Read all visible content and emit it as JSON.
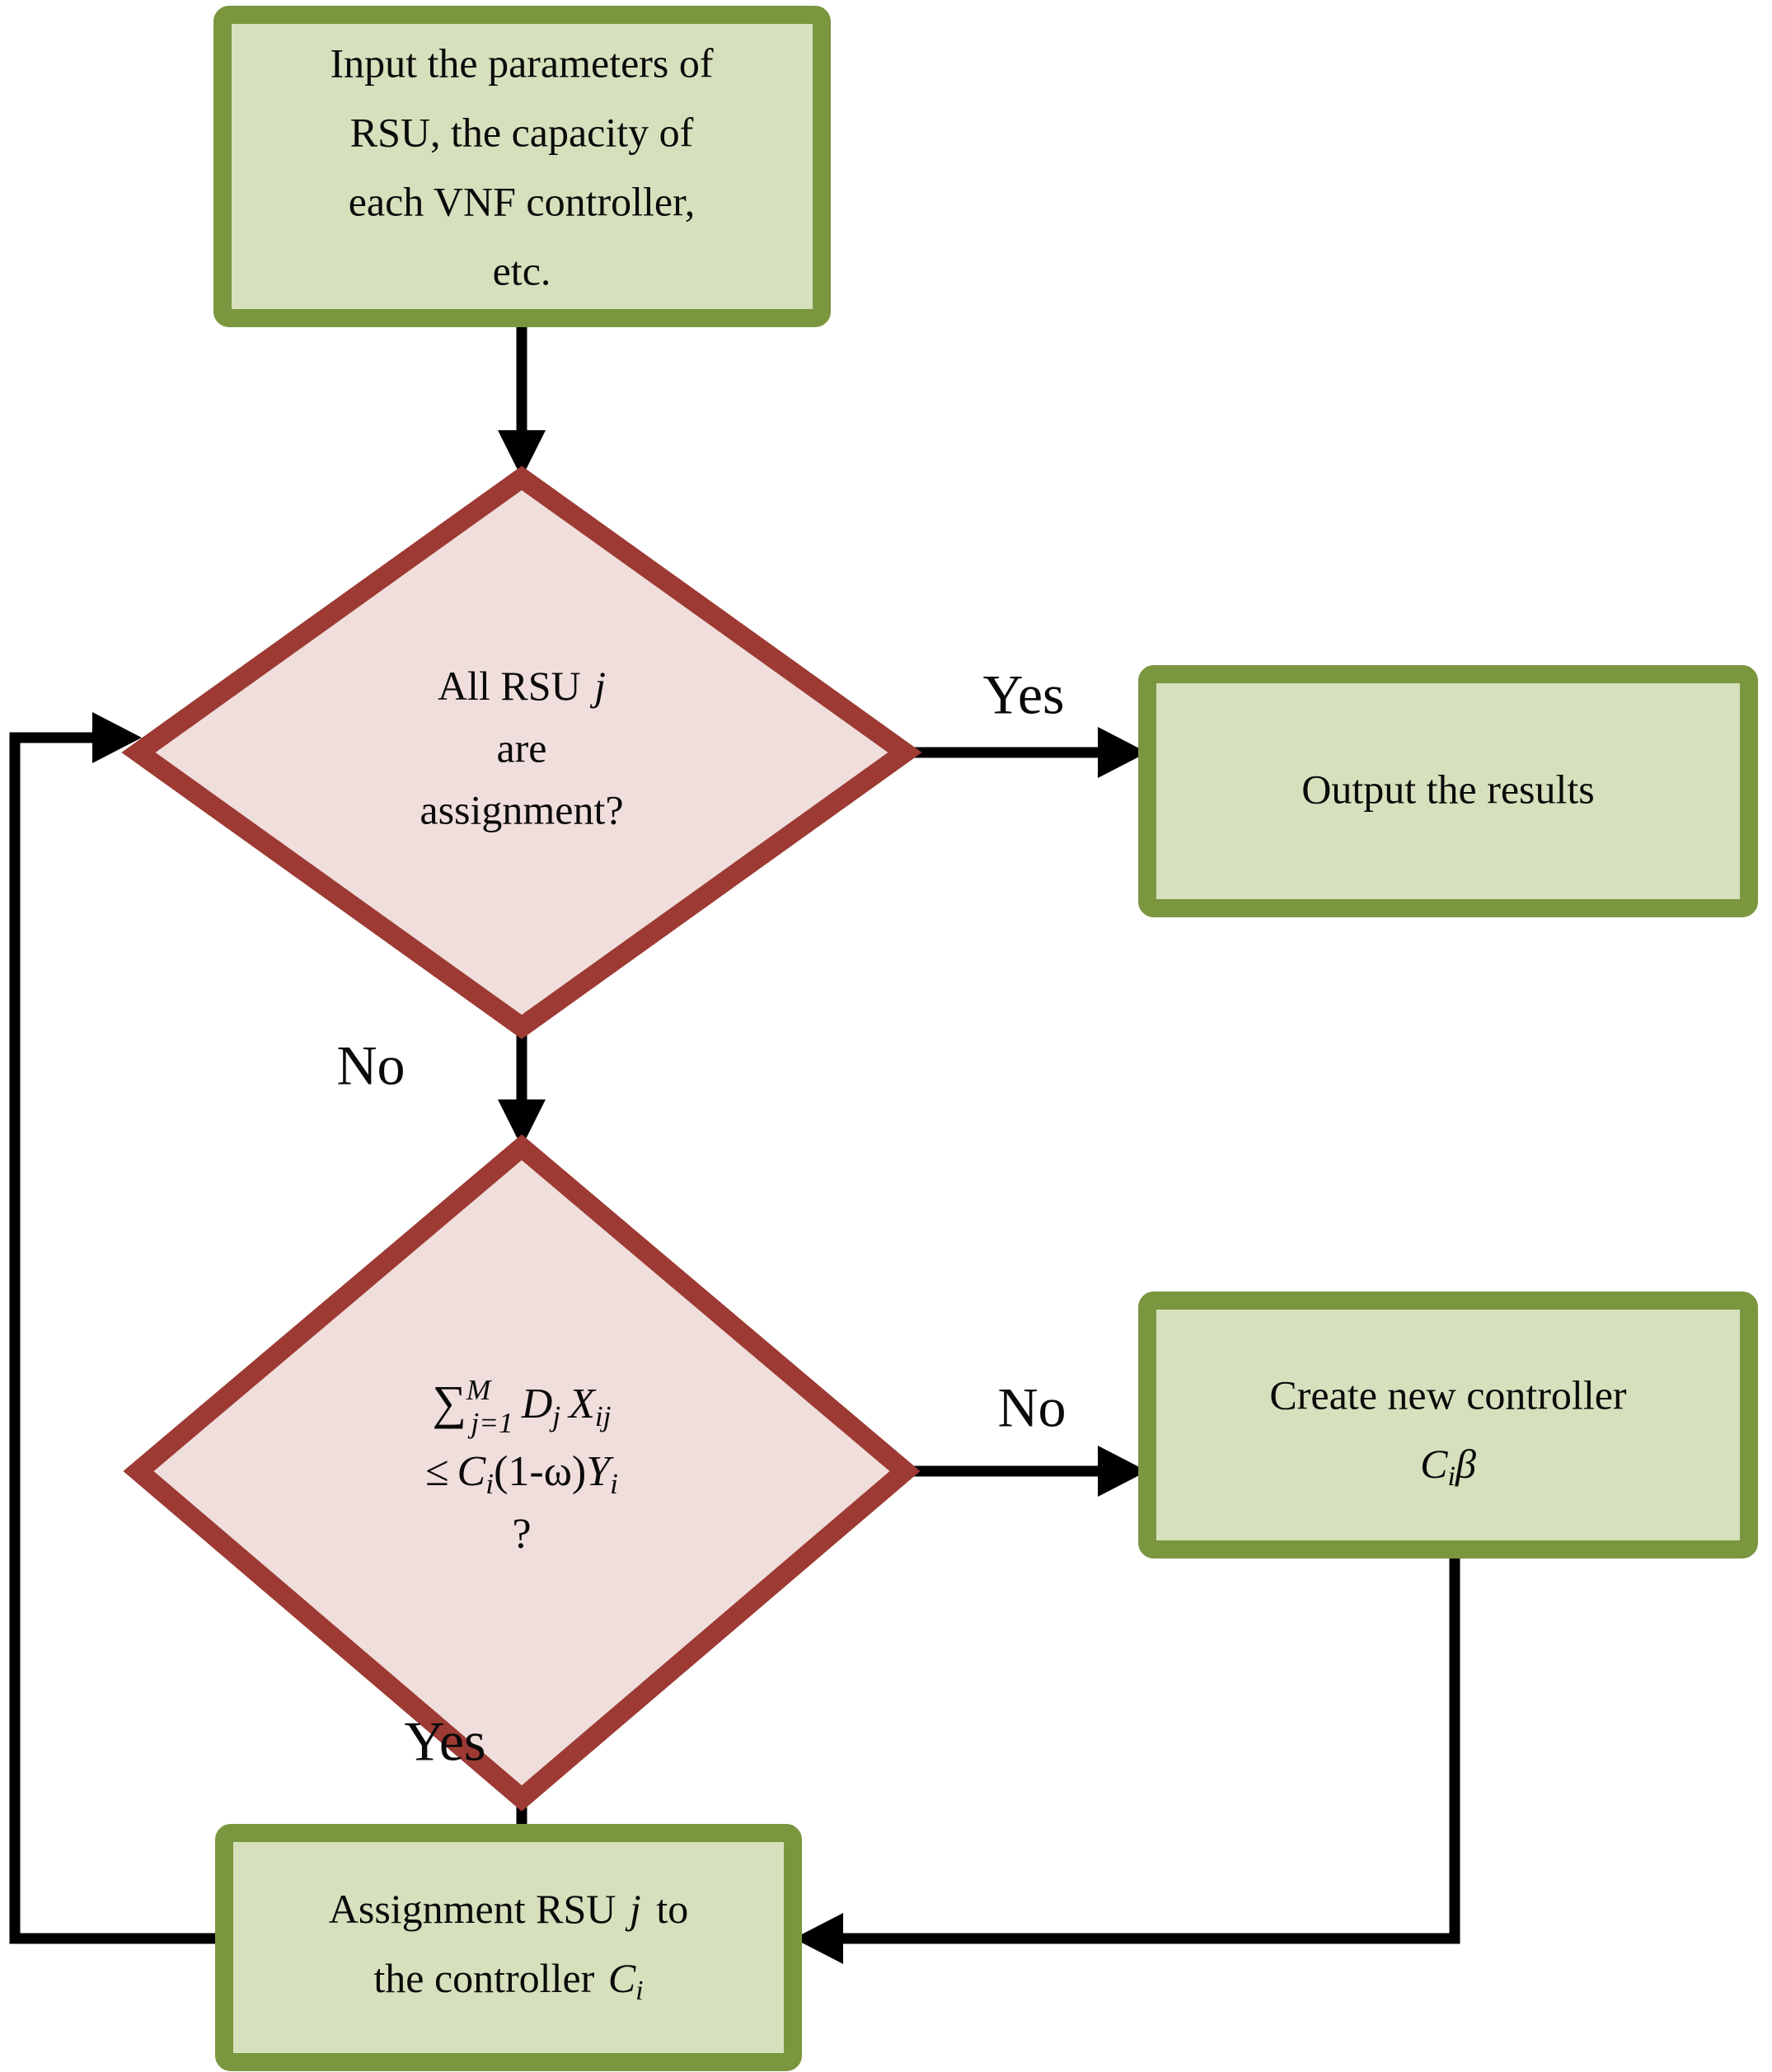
{
  "diagram": {
    "type": "flowchart",
    "title": "RSU to VNF controller assignment flowchart",
    "colors": {
      "process_border": "#7a963f",
      "process_fill": "#d6e0bd",
      "decision_border": "#9c3a33",
      "decision_fill": "#f0dedc",
      "arrow": "#000000",
      "text": "#0a0a0a",
      "background": "#ffffff"
    },
    "nodes": {
      "input": {
        "shape": "process",
        "lines": [
          "Input the parameters of",
          "RSU, the capacity of",
          "each VNF controller,",
          "etc."
        ]
      },
      "decision_all_assigned": {
        "shape": "decision",
        "lines": [
          "All RSU j",
          "are",
          "assignment?"
        ],
        "line1_prefix": "All RSU ",
        "line1_var": "j",
        "line2": "are",
        "line3": "assignment?"
      },
      "output": {
        "shape": "process",
        "lines": [
          "Output the results"
        ]
      },
      "decision_capacity": {
        "shape": "decision",
        "formula_line1_sigma": "∑",
        "formula_line1_sup": "M",
        "formula_line1_sub": "j=1",
        "formula_line1_rest_D": "D",
        "formula_line1_rest_Dsub": "j",
        "formula_line1_rest_X": "X",
        "formula_line1_rest_Xsub": "ij",
        "formula_line2_leq": "≤",
        "formula_line2_C": "C",
        "formula_line2_Csub": "i",
        "formula_line2_paren": "(1-ω)",
        "formula_line2_Y": "Y",
        "formula_line2_Ysub": "i",
        "formula_line3": "?",
        "plain_text": "∑(M, j=1) Dj Xij ≤ Ci(1-ω)Yi ?"
      },
      "create_controller": {
        "shape": "process",
        "line1": "Create new controller",
        "line2_C": "C",
        "line2_sub": "i",
        "line2_beta": "β",
        "plain_text": "Create new controller Ciβ"
      },
      "assignment": {
        "shape": "process",
        "line1_prefix": "Assignment RSU ",
        "line1_var": "j",
        "line1_suffix": " to",
        "line2_prefix": "the controller ",
        "line2_C": "C",
        "line2_sub": "i",
        "plain_text": "Assignment RSU j to the controller Ci"
      }
    },
    "edges": [
      {
        "id": "input-to-decision1",
        "from": "input",
        "to": "decision_all_assigned",
        "label": ""
      },
      {
        "id": "decision1-yes",
        "from": "decision_all_assigned",
        "to": "output",
        "label": "Yes"
      },
      {
        "id": "decision1-no",
        "from": "decision_all_assigned",
        "to": "decision_capacity",
        "label": "No"
      },
      {
        "id": "decision2-no",
        "from": "decision_capacity",
        "to": "create_controller",
        "label": "No"
      },
      {
        "id": "decision2-yes",
        "from": "decision_capacity",
        "to": "assignment",
        "label": "Yes"
      },
      {
        "id": "create-to-assignment",
        "from": "create_controller",
        "to": "assignment",
        "label": ""
      },
      {
        "id": "assignment-feedback",
        "from": "assignment",
        "to": "decision_all_assigned",
        "label": ""
      }
    ]
  }
}
